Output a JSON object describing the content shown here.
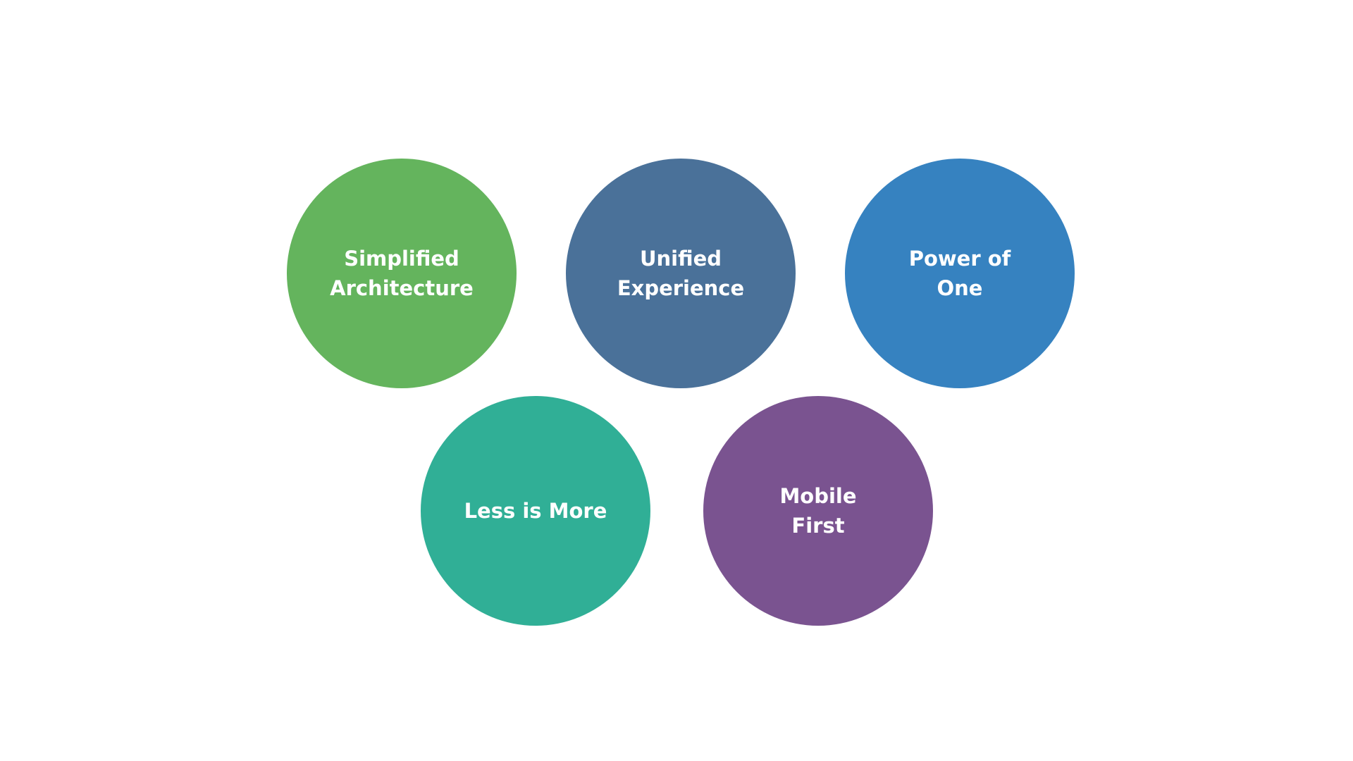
{
  "circles": [
    {
      "label": "Simplified\nArchitecture",
      "color": "#64b45d"
    },
    {
      "label": "Unified\nExperience",
      "color": "#4a7199"
    },
    {
      "label": "Power of\nOne",
      "color": "#3682c0"
    },
    {
      "label": "Less is More",
      "color": "#30af96"
    },
    {
      "label": "Mobile\nFirst",
      "color": "#7a5390"
    }
  ]
}
